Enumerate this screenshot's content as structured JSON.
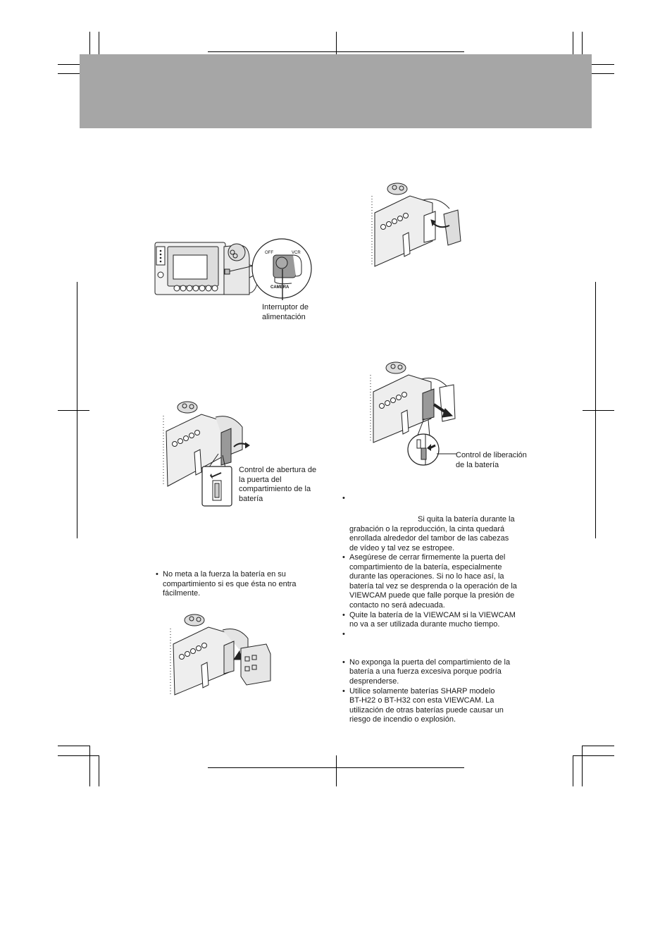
{
  "header": {
    "band_color": "#a6a6a6",
    "title": ""
  },
  "left_column": {
    "figure_power_switch": {
      "labels": {
        "off": "OFF",
        "vcr": "VCR",
        "camera": "CAMERA"
      },
      "callout": [
        "Interruptor de",
        "alimentación"
      ]
    },
    "figure_open_door": {
      "callout": [
        "Control de abertura de",
        "la puerta del",
        "compartimiento de la",
        "batería"
      ]
    },
    "notes": [
      {
        "bullet": "•",
        "lines": [
          "No meta a la fuerza la batería en su",
          "compartimiento si es que ésta no entra",
          "fácilmente."
        ]
      }
    ],
    "figure_insert_battery": {
      "callout": []
    }
  },
  "right_column": {
    "figure_door_open": {
      "callout": []
    },
    "figure_release_battery": {
      "callout": [
        "Control de liberación",
        "de la batería"
      ]
    },
    "notes": [
      {
        "bullet": "•",
        "lines": [
          "",
          "",
          "Si quita la batería durante la",
          "grabación o la reproducción, la cinta quedará",
          "enrollada alrededor del tambor de las cabezas",
          "de vídeo y tal vez se estropee."
        ]
      },
      {
        "bullet": "•",
        "lines": [
          "Asegúrese de cerrar firmemente la puerta del",
          "compartimiento de la batería, especialmente",
          "durante las operaciones. Si no lo hace así, la",
          "batería tal vez se desprenda o la operación de la",
          "VIEWCAM puede que falle porque la presión de",
          "contacto no será adecuada."
        ]
      },
      {
        "bullet": "•",
        "lines": [
          "Quite la batería de la VIEWCAM si la VIEWCAM",
          "no va a ser utilizada durante mucho tiempo."
        ]
      },
      {
        "bullet": "•",
        "lines": [
          "",
          ""
        ]
      },
      {
        "bullet": "•",
        "lines": [
          "No exponga la puerta del compartimiento de la",
          "batería a una fuerza excesiva porque podría",
          "desprenderse."
        ]
      },
      {
        "bullet": "•",
        "lines": [
          "Utilice solamente baterías SHARP modelo",
          "BT-H22 o BT-H32 con esta VIEWCAM. La",
          "utilización de otras baterías puede causar un",
          "riesgo de incendio o explosión."
        ]
      }
    ]
  }
}
